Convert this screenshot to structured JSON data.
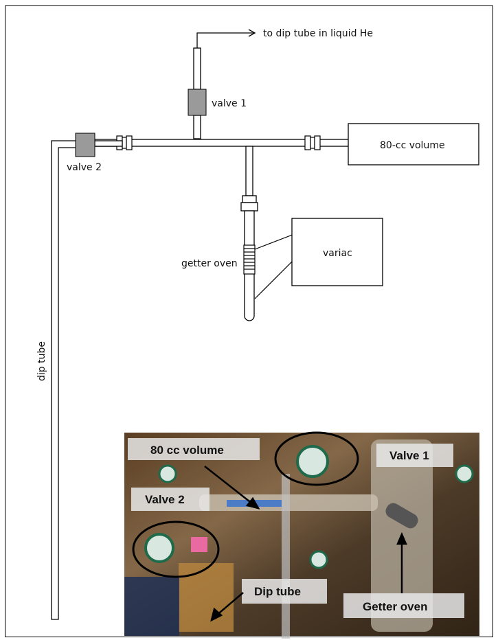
{
  "labels": {
    "dip_tube_top": "to dip tube in liquid He",
    "valve1": "valve 1",
    "valve2": "valve 2",
    "volume": "80-cc volume",
    "getter": "getter oven",
    "variac": "variac",
    "dip_tube": "dip tube"
  },
  "photo": {
    "volume": "80 cc volume",
    "valve1": "Valve 1",
    "valve2": "Valve 2",
    "dip": "Dip tube",
    "getter": "Getter oven"
  },
  "colors": {
    "valve_fill": "#9a9a9a",
    "pipe": "#ffffff",
    "line": "#000000"
  }
}
